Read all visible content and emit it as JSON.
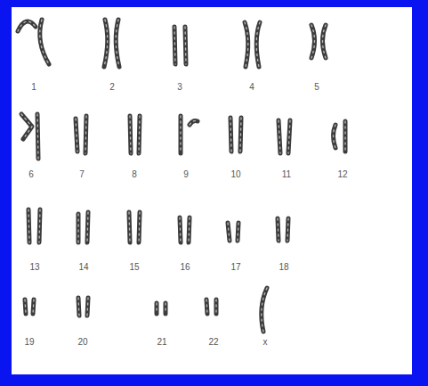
{
  "diagram": {
    "labels": [
      "1",
      "2",
      "3",
      "4",
      "5",
      "6",
      "7",
      "8",
      "9",
      "10",
      "11",
      "12",
      "13",
      "14",
      "15",
      "16",
      "17",
      "18",
      "19",
      "20",
      "21",
      "22",
      "x"
    ]
  }
}
